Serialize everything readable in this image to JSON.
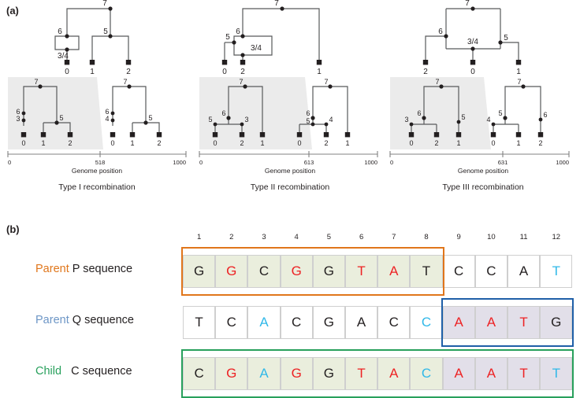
{
  "figure": {
    "panel_a_label": "(a)",
    "panel_b_label": "(b)"
  },
  "panel_a": {
    "axis_title": "Genome position",
    "columns": [
      {
        "caption": "Type I recombination",
        "breakpoint": 518,
        "axis_min": "0",
        "axis_max": "1000",
        "axis_break_label": "518",
        "arg_nodes": [
          "7",
          "6",
          "5",
          "3/4",
          "0",
          "1",
          "2"
        ],
        "left_tree_nodes": [
          "7",
          "6",
          "3",
          "5",
          "0",
          "1",
          "2"
        ],
        "right_tree_nodes": [
          "7",
          "6",
          "4",
          "5",
          "0",
          "1",
          "2"
        ]
      },
      {
        "caption": "Type II recombination",
        "breakpoint": 613,
        "axis_min": "0",
        "axis_max": "1000",
        "axis_break_label": "613",
        "arg_nodes": [
          "7",
          "6",
          "5",
          "3/4",
          "0",
          "2",
          "1"
        ],
        "left_tree_nodes": [
          "7",
          "6",
          "5",
          "3",
          "0",
          "2",
          "1"
        ],
        "right_tree_nodes": [
          "7",
          "6",
          "5",
          "4",
          "0",
          "2",
          "1"
        ]
      },
      {
        "caption": "Type III recombination",
        "breakpoint": 631,
        "axis_min": "0",
        "axis_max": "1000",
        "axis_break_label": "631",
        "arg_nodes": [
          "7",
          "6",
          "5",
          "3/4",
          "2",
          "0",
          "1"
        ],
        "left_tree_nodes": [
          "7",
          "6",
          "3",
          "5",
          "0",
          "2",
          "1"
        ],
        "right_tree_nodes": [
          "7",
          "5",
          "4",
          "6",
          "0",
          "1",
          "2"
        ]
      }
    ]
  },
  "panel_b": {
    "column_numbers": [
      "1",
      "2",
      "3",
      "4",
      "5",
      "6",
      "7",
      "8",
      "9",
      "10",
      "11",
      "12"
    ],
    "rows": [
      {
        "label_tag": "Parent",
        "label_rest": "P sequence",
        "tag_color": "#E0761B",
        "bases": [
          {
            "b": "G",
            "c": "black",
            "bg": "green"
          },
          {
            "b": "G",
            "c": "red",
            "bg": "green"
          },
          {
            "b": "C",
            "c": "black",
            "bg": "green"
          },
          {
            "b": "G",
            "c": "red",
            "bg": "green"
          },
          {
            "b": "G",
            "c": "black",
            "bg": "green"
          },
          {
            "b": "T",
            "c": "red",
            "bg": "green"
          },
          {
            "b": "A",
            "c": "red",
            "bg": "green"
          },
          {
            "b": "T",
            "c": "black",
            "bg": "green"
          },
          {
            "b": "C",
            "c": "black",
            "bg": "white"
          },
          {
            "b": "C",
            "c": "black",
            "bg": "white"
          },
          {
            "b": "A",
            "c": "black",
            "bg": "white"
          },
          {
            "b": "T",
            "c": "blue",
            "bg": "white"
          }
        ],
        "highlight": {
          "start": 1,
          "end": 8,
          "color": "#E0761B"
        }
      },
      {
        "label_tag": "Parent",
        "label_rest": "Q sequence",
        "tag_color": "#6D96C6",
        "bases": [
          {
            "b": "T",
            "c": "black",
            "bg": "white"
          },
          {
            "b": "C",
            "c": "black",
            "bg": "white"
          },
          {
            "b": "A",
            "c": "blue",
            "bg": "white"
          },
          {
            "b": "C",
            "c": "black",
            "bg": "white"
          },
          {
            "b": "G",
            "c": "black",
            "bg": "white"
          },
          {
            "b": "A",
            "c": "black",
            "bg": "white"
          },
          {
            "b": "C",
            "c": "black",
            "bg": "white"
          },
          {
            "b": "C",
            "c": "blue",
            "bg": "white"
          },
          {
            "b": "A",
            "c": "red",
            "bg": "purple"
          },
          {
            "b": "A",
            "c": "red",
            "bg": "purple"
          },
          {
            "b": "T",
            "c": "red",
            "bg": "purple"
          },
          {
            "b": "G",
            "c": "black",
            "bg": "purple"
          }
        ],
        "highlight": {
          "start": 9,
          "end": 12,
          "color": "#1F5FA8"
        }
      },
      {
        "label_tag": "Child",
        "label_rest": "C sequence",
        "tag_color": "#28A05C",
        "bases": [
          {
            "b": "C",
            "c": "black",
            "bg": "green"
          },
          {
            "b": "G",
            "c": "red",
            "bg": "green"
          },
          {
            "b": "A",
            "c": "blue",
            "bg": "green"
          },
          {
            "b": "G",
            "c": "red",
            "bg": "green"
          },
          {
            "b": "G",
            "c": "black",
            "bg": "green"
          },
          {
            "b": "T",
            "c": "red",
            "bg": "green"
          },
          {
            "b": "A",
            "c": "red",
            "bg": "green"
          },
          {
            "b": "C",
            "c": "blue",
            "bg": "green"
          },
          {
            "b": "A",
            "c": "red",
            "bg": "purple"
          },
          {
            "b": "A",
            "c": "red",
            "bg": "purple"
          },
          {
            "b": "T",
            "c": "red",
            "bg": "purple"
          },
          {
            "b": "T",
            "c": "blue",
            "bg": "purple"
          }
        ],
        "highlight": {
          "start": 1,
          "end": 12,
          "color": "#28A05C"
        }
      }
    ]
  }
}
